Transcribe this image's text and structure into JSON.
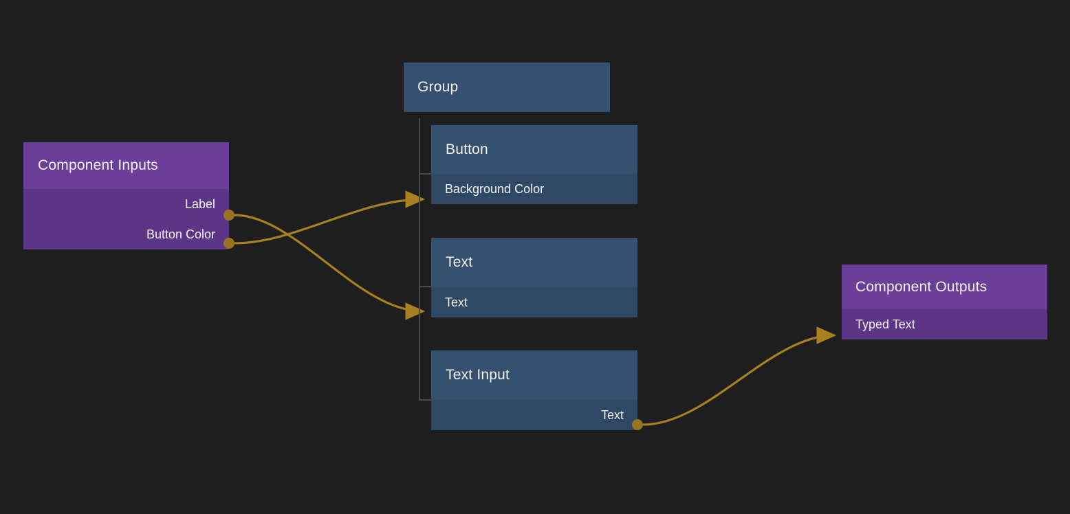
{
  "canvas": {
    "background_color": "#1e1e1e",
    "edge_color": "#a8801f",
    "port_color": "#9a7320",
    "tree_line_color": "#4b4b4b"
  },
  "nodes": {
    "component_inputs": {
      "title": "Component Inputs",
      "kind": "purple",
      "header_color": "#6b3e99",
      "body_color": "#5c3586",
      "outputs": [
        {
          "label": "Label"
        },
        {
          "label": "Button Color"
        }
      ]
    },
    "group": {
      "title": "Group",
      "kind": "blue",
      "header_color": "#36506f"
    },
    "button": {
      "title": "Button",
      "kind": "blue",
      "header_color": "#36506f",
      "body_color": "#2f4864",
      "inputs": [
        {
          "label": "Background Color"
        }
      ]
    },
    "text": {
      "title": "Text",
      "kind": "blue",
      "header_color": "#36506f",
      "body_color": "#2f4864",
      "inputs": [
        {
          "label": "Text"
        }
      ]
    },
    "text_input": {
      "title": "Text Input",
      "kind": "blue",
      "header_color": "#36506f",
      "body_color": "#2f4864",
      "outputs": [
        {
          "label": "Text"
        }
      ]
    },
    "component_outputs": {
      "title": "Component Outputs",
      "kind": "purple",
      "header_color": "#6b3e99",
      "body_color": "#5c3586",
      "inputs": [
        {
          "label": "Typed Text"
        }
      ]
    }
  },
  "edges": [
    {
      "from": "component_inputs.Label",
      "to": "text.Text"
    },
    {
      "from": "component_inputs.Button Color",
      "to": "button.Background Color"
    },
    {
      "from": "text_input.Text",
      "to": "component_outputs.Typed Text"
    }
  ]
}
